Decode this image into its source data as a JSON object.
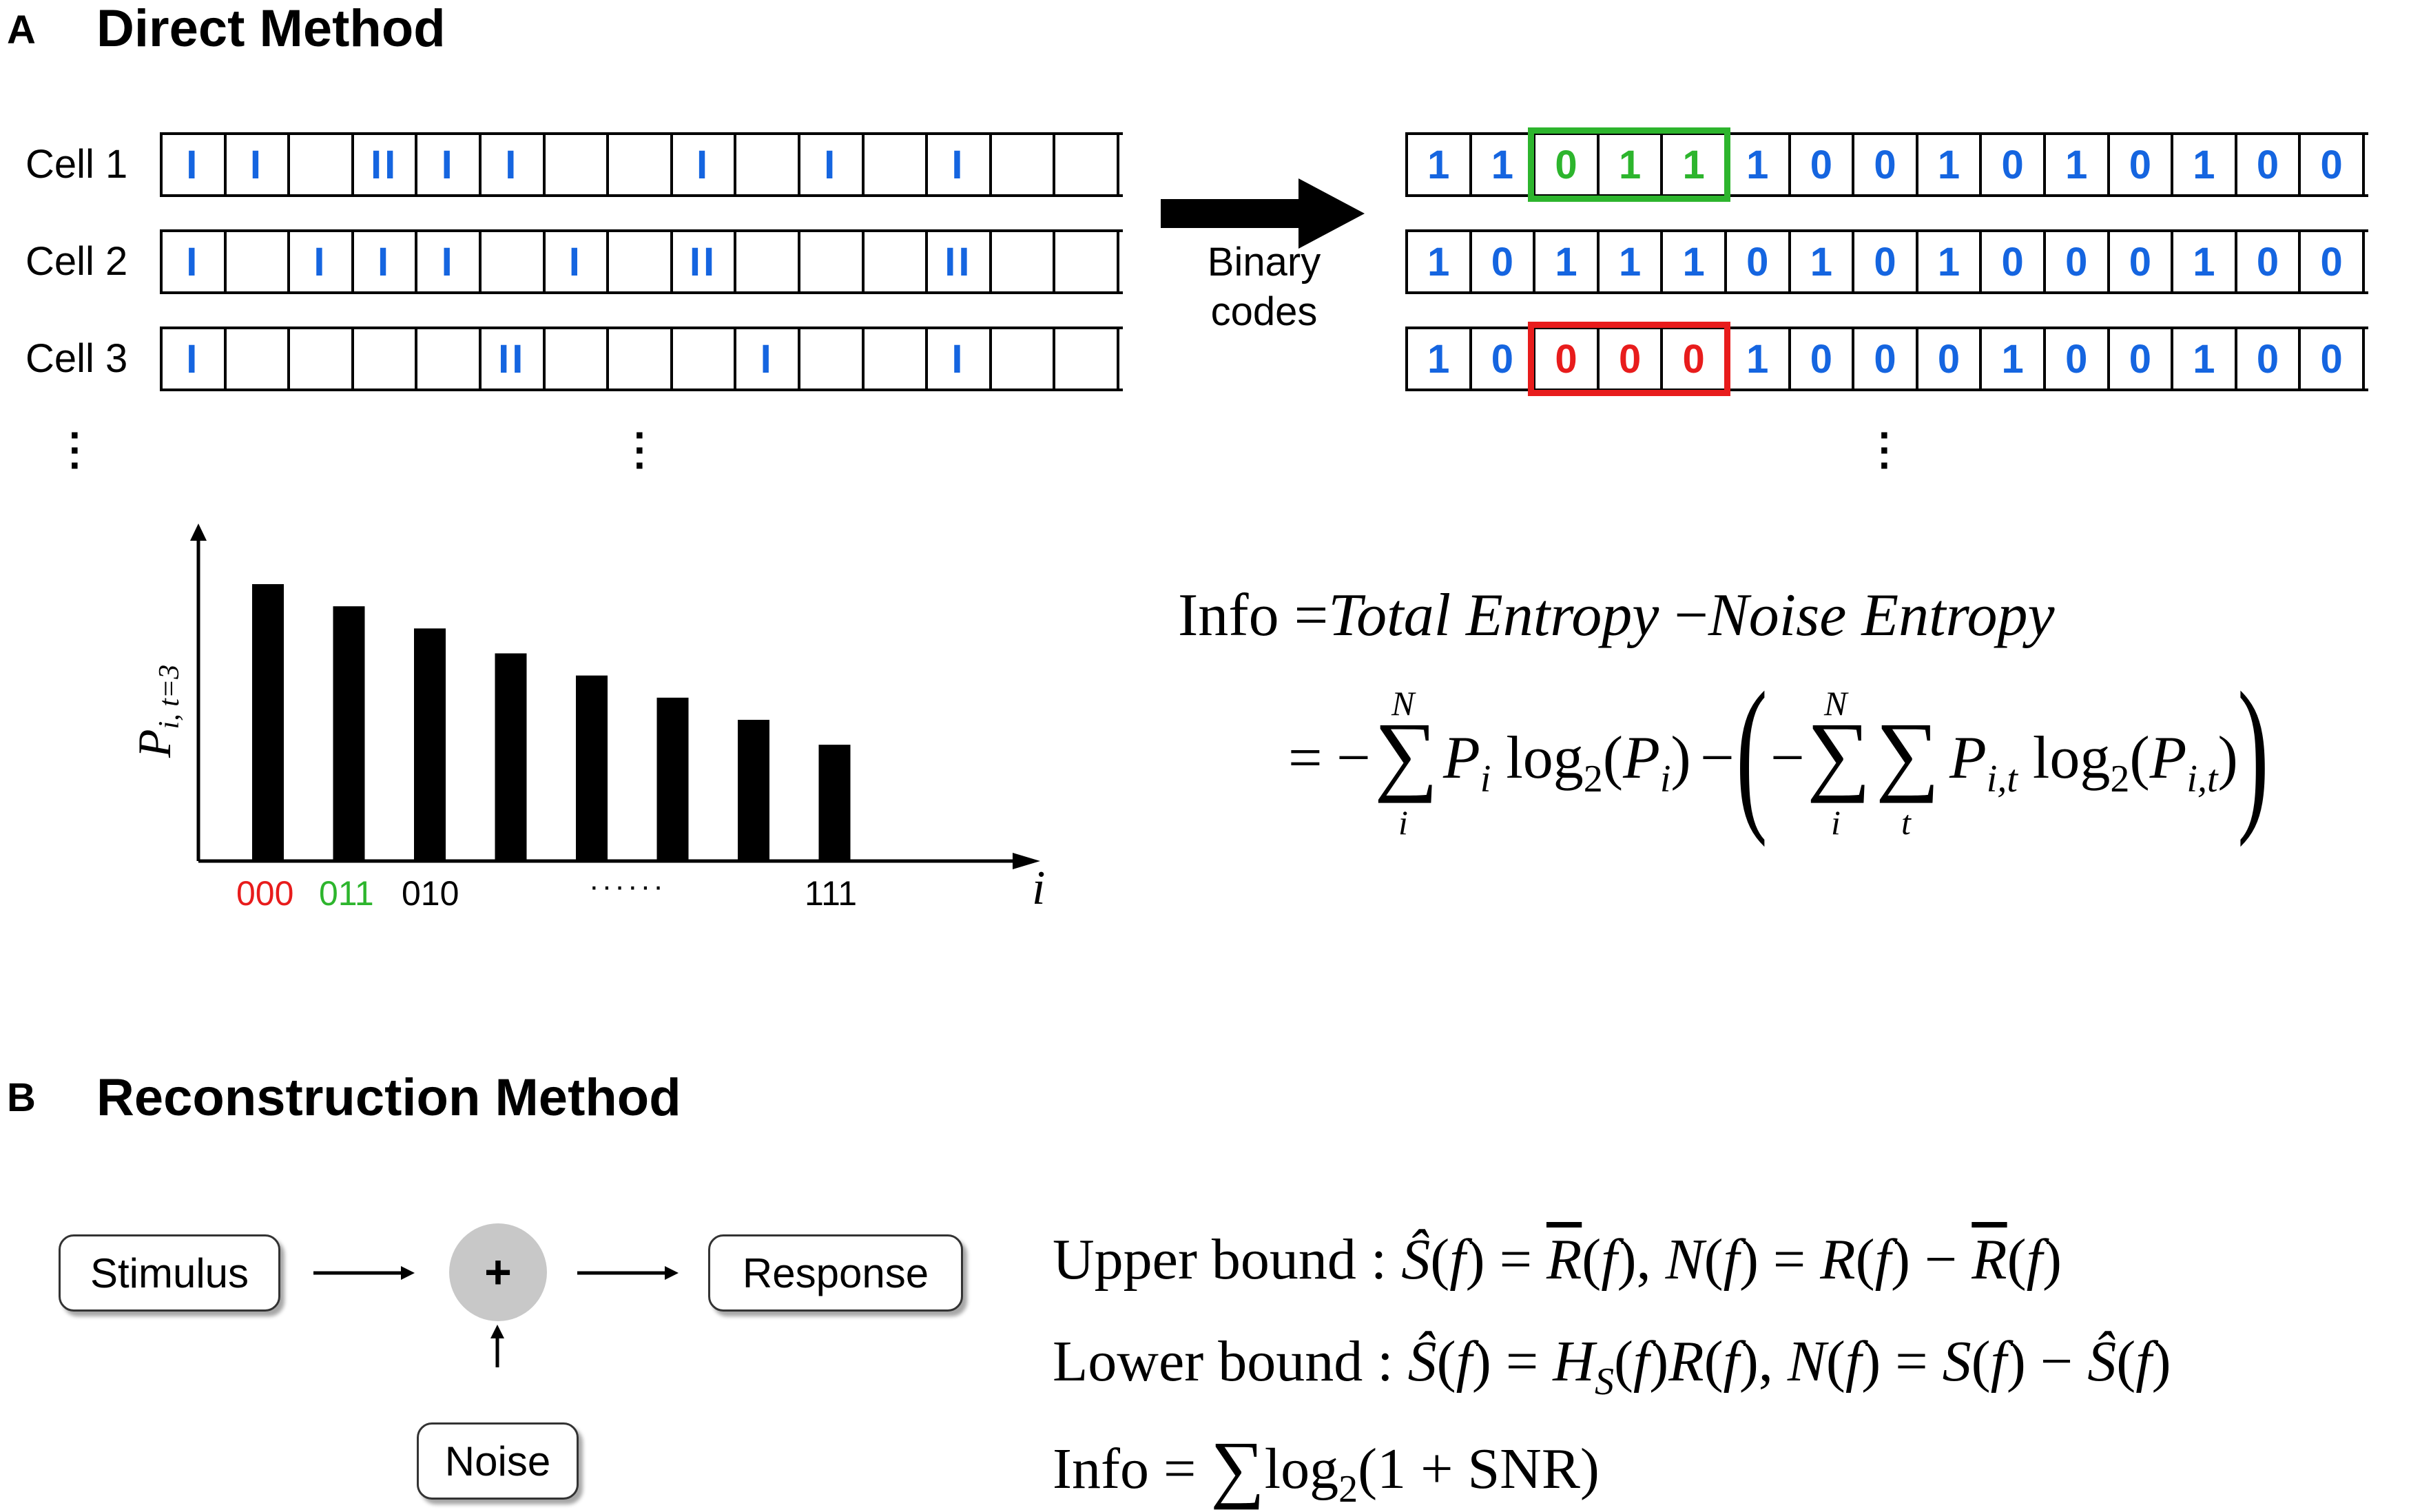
{
  "panel_a": {
    "letter": "A",
    "title": "Direct Method",
    "cells": [
      {
        "label": "Cell 1",
        "spikes": [
          "I",
          "I",
          "",
          "II",
          "I",
          "I",
          "",
          "",
          "I",
          "",
          "I",
          "",
          "I",
          "",
          ""
        ],
        "bits": [
          "1",
          "1",
          "0",
          "1",
          "1",
          "1",
          "0",
          "0",
          "1",
          "0",
          "1",
          "0",
          "1",
          "0",
          "0"
        ]
      },
      {
        "label": "Cell 2",
        "spikes": [
          "I",
          "",
          "I",
          "I",
          "I",
          "",
          "I",
          "",
          "II",
          "",
          "",
          "",
          "II",
          "",
          ""
        ],
        "bits": [
          "1",
          "0",
          "1",
          "1",
          "1",
          "0",
          "1",
          "0",
          "1",
          "0",
          "0",
          "0",
          "1",
          "0",
          "0"
        ]
      },
      {
        "label": "Cell 3",
        "spikes": [
          "I",
          "",
          "",
          "",
          "",
          "II",
          "",
          "",
          "",
          "I",
          "",
          "",
          "I",
          "",
          ""
        ],
        "bits": [
          "1",
          "0",
          "0",
          "0",
          "0",
          "1",
          "0",
          "0",
          "0",
          "1",
          "0",
          "0",
          "1",
          "0",
          "0"
        ]
      }
    ],
    "arrow_label_line1": "Binary",
    "arrow_label_line2": "codes",
    "histogram": {
      "ylabel_main": "P",
      "ylabel_sub": "i, t=3",
      "xlabel": "i",
      "tick_labels": [
        "000",
        "011",
        "010",
        "······",
        "111"
      ]
    },
    "formula": {
      "line1_info": "Info",
      "line1_eq": "=",
      "line1_total": "Total Entropy",
      "line1_minus": "−",
      "line1_noise": "Noise Entropy",
      "sum_upper": "N",
      "sum_lower_i": "i",
      "sum_lower_t": "t"
    }
  },
  "panel_b": {
    "letter": "B",
    "title": "Reconstruction Method",
    "stimulus": "Stimulus",
    "plus": "+",
    "response": "Response",
    "noise": "Noise",
    "upper_bound_label": "Upper bound :",
    "lower_bound_label": "Lower bound :",
    "info_label": "Info =",
    "info_sum": "∑",
    "info_rest": "(1 + SNR)"
  },
  "colors": {
    "blue": "#1565e0",
    "green": "#2db52d",
    "red": "#e81c1c",
    "node_gray": "#c8c8c8"
  },
  "chart_data": {
    "type": "bar",
    "categories": [
      "000",
      "011",
      "010",
      "",
      "",
      "",
      "",
      "111"
    ],
    "values": [
      1.0,
      0.92,
      0.84,
      0.75,
      0.67,
      0.59,
      0.51,
      0.42
    ],
    "xlabel": "i",
    "ylabel": "P i, t=3",
    "ylim": [
      0,
      1.2
    ]
  }
}
